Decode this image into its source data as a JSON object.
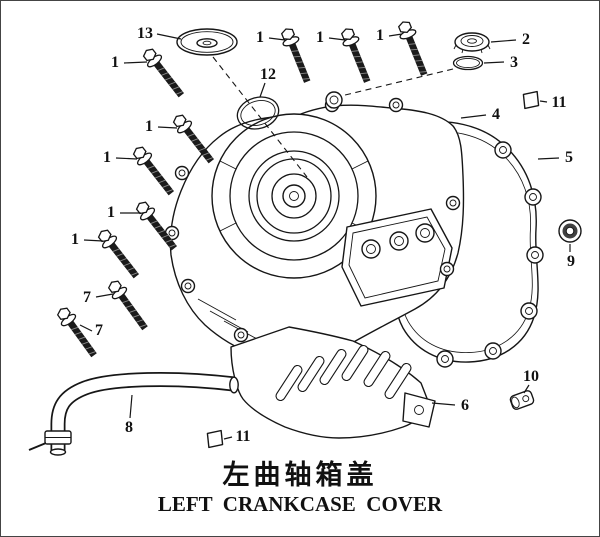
{
  "colors": {
    "background": "#ffffff",
    "line": "#161616"
  },
  "title": {
    "cn": "左曲轴箱盖",
    "en": "LEFT  CRANKCASE  COVER"
  },
  "callouts": [
    {
      "label": "13"
    },
    {
      "label": "1"
    },
    {
      "label": "1"
    },
    {
      "label": "1"
    },
    {
      "label": "1"
    },
    {
      "label": "2"
    },
    {
      "label": "3"
    },
    {
      "label": "12"
    },
    {
      "label": "1"
    },
    {
      "label": "1"
    },
    {
      "label": "4"
    },
    {
      "label": "11"
    },
    {
      "label": "5"
    },
    {
      "label": "1"
    },
    {
      "label": "1"
    },
    {
      "label": "9"
    },
    {
      "label": "7"
    },
    {
      "label": "7"
    },
    {
      "label": "10"
    },
    {
      "label": "6"
    },
    {
      "label": "11"
    },
    {
      "label": "8"
    }
  ]
}
